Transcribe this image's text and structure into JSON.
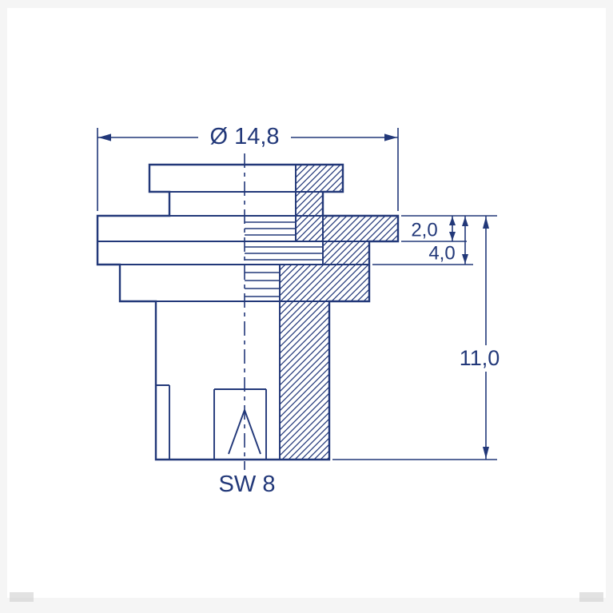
{
  "diagram": {
    "labels": {
      "diameter_top": "Ø 14,8",
      "step_thickness": "2,0",
      "flange_thickness": "4,0",
      "total_height": "11,0",
      "wrench_size": "SW 8"
    },
    "colors": {
      "line": "#223879",
      "background": "#ffffff",
      "frame": "#f5f5f5",
      "corner_mark": "#cfcfcf"
    }
  }
}
